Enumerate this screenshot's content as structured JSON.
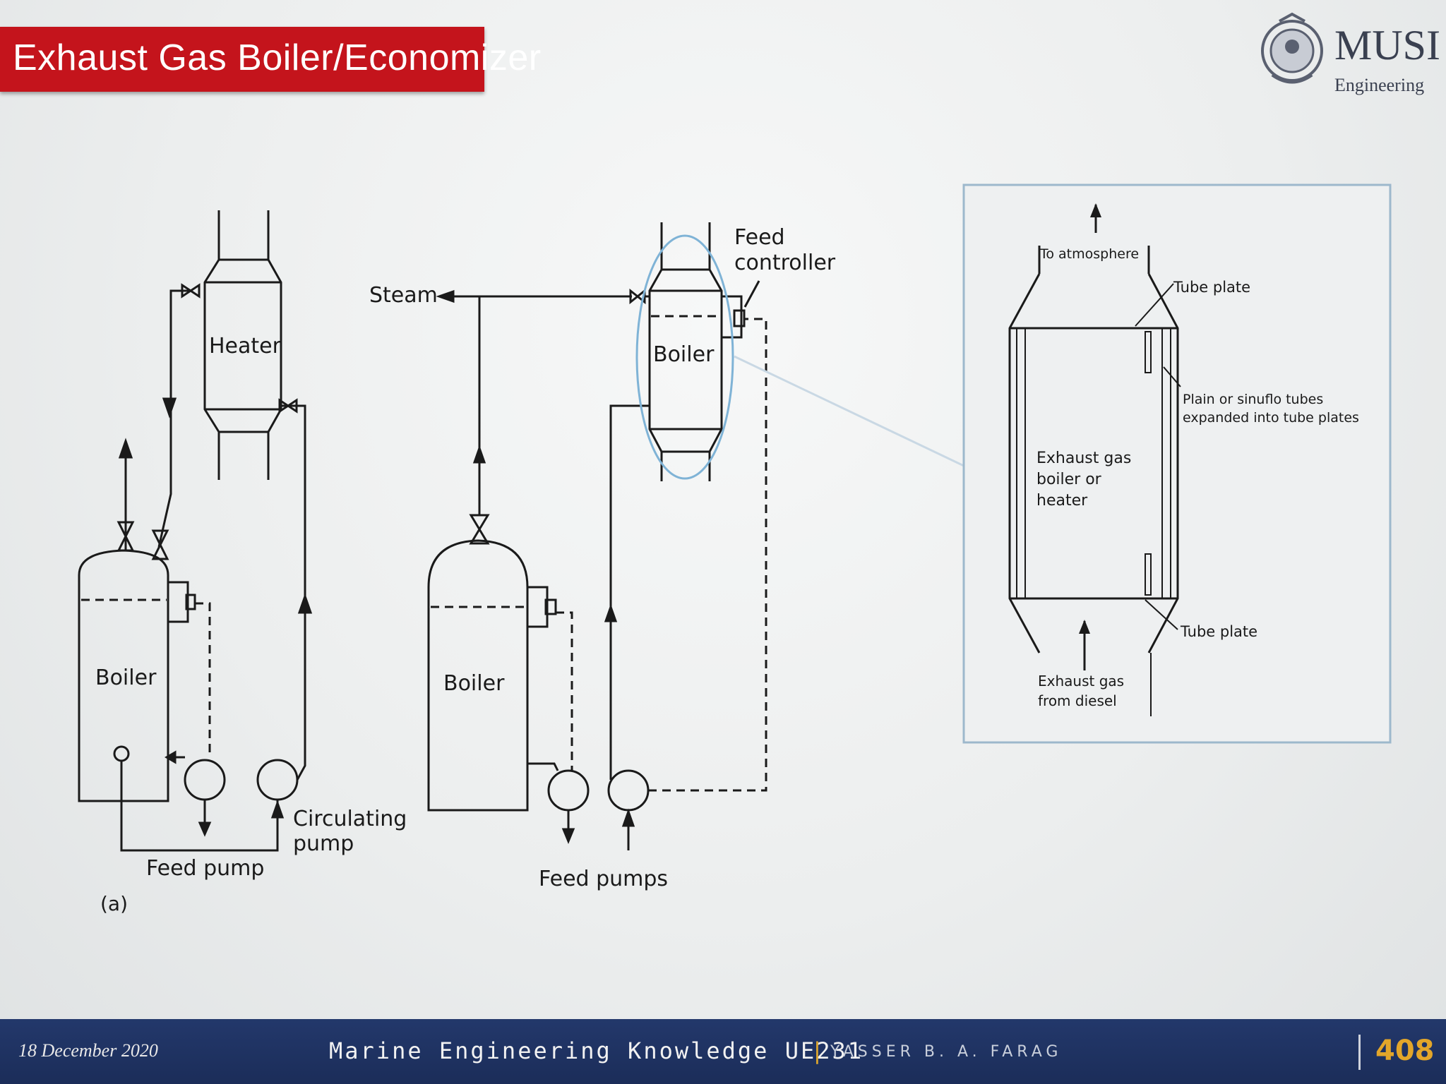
{
  "slide": {
    "title": "Exhaust Gas Boiler/Economizer",
    "logo": {
      "name": "MUSI",
      "subtitle": "Engineering"
    }
  },
  "diagram_a": {
    "heater": "Heater",
    "boiler": "Boiler",
    "circulating_pump": [
      "Circulating",
      "pump"
    ],
    "feed_pump": "Feed pump",
    "caption": "(a)"
  },
  "diagram_b": {
    "steam": "Steam",
    "feed_controller": [
      "Feed",
      "controller"
    ],
    "upper_boiler": "Boiler",
    "lower_boiler": "Boiler",
    "feed_pumps": "Feed pumps"
  },
  "detail": {
    "to_atmosphere": "To atmosphere",
    "tube_plate_top": "Tube plate",
    "tubes": [
      "Plain or sinuflo tubes",
      "expanded into tube plates"
    ],
    "body": [
      "Exhaust gas",
      "boiler or",
      "heater"
    ],
    "tube_plate_bottom": "Tube plate",
    "inlet": [
      "Exhaust gas",
      "from diesel"
    ]
  },
  "footer": {
    "date": "18 December 2020",
    "course": "Marine Engineering Knowledge UE231",
    "separator": "|",
    "author": "YASSER B. A. FARAG",
    "page": "408"
  }
}
